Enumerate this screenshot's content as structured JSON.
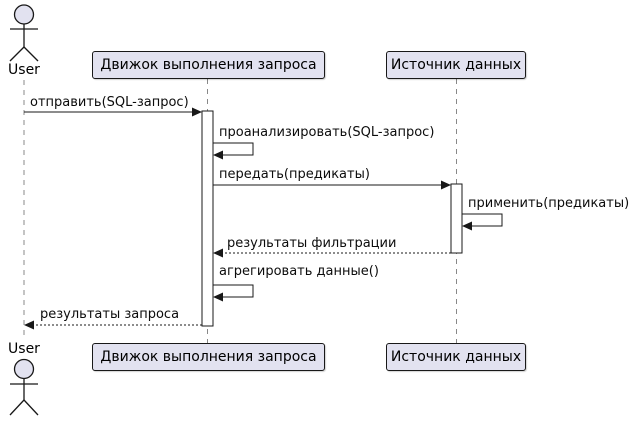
{
  "diagram": {
    "kind": "uml-sequence-diagram",
    "actor": {
      "name": "User"
    },
    "participants": [
      {
        "id": "engine",
        "label": "Движок выполнения запроса"
      },
      {
        "id": "datasource",
        "label": "Источник данных"
      }
    ],
    "messages": [
      {
        "index": 1,
        "from": "User",
        "to": "engine",
        "label": "отправить(SQL-запрос)",
        "line": "solid"
      },
      {
        "index": 2,
        "from": "engine",
        "to": "engine",
        "label": "проанализировать(SQL-запрос)",
        "line": "self"
      },
      {
        "index": 3,
        "from": "engine",
        "to": "datasource",
        "label": "передать(предикаты)",
        "line": "solid"
      },
      {
        "index": 4,
        "from": "datasource",
        "to": "datasource",
        "label": "применить(предикаты)",
        "line": "self"
      },
      {
        "index": 5,
        "from": "datasource",
        "to": "engine",
        "label": "результаты фильтрации",
        "line": "dotted-return"
      },
      {
        "index": 6,
        "from": "engine",
        "to": "engine",
        "label": "агрегировать данные()",
        "line": "self"
      },
      {
        "index": 7,
        "from": "engine",
        "to": "User",
        "label": "результаты запроса",
        "line": "dotted-return"
      }
    ],
    "colors": {
      "participant_fill": "#E2E2F0",
      "stroke": "#181818",
      "lifeline": "#888888",
      "background": "#FFFFFF",
      "text": "#000000"
    }
  }
}
